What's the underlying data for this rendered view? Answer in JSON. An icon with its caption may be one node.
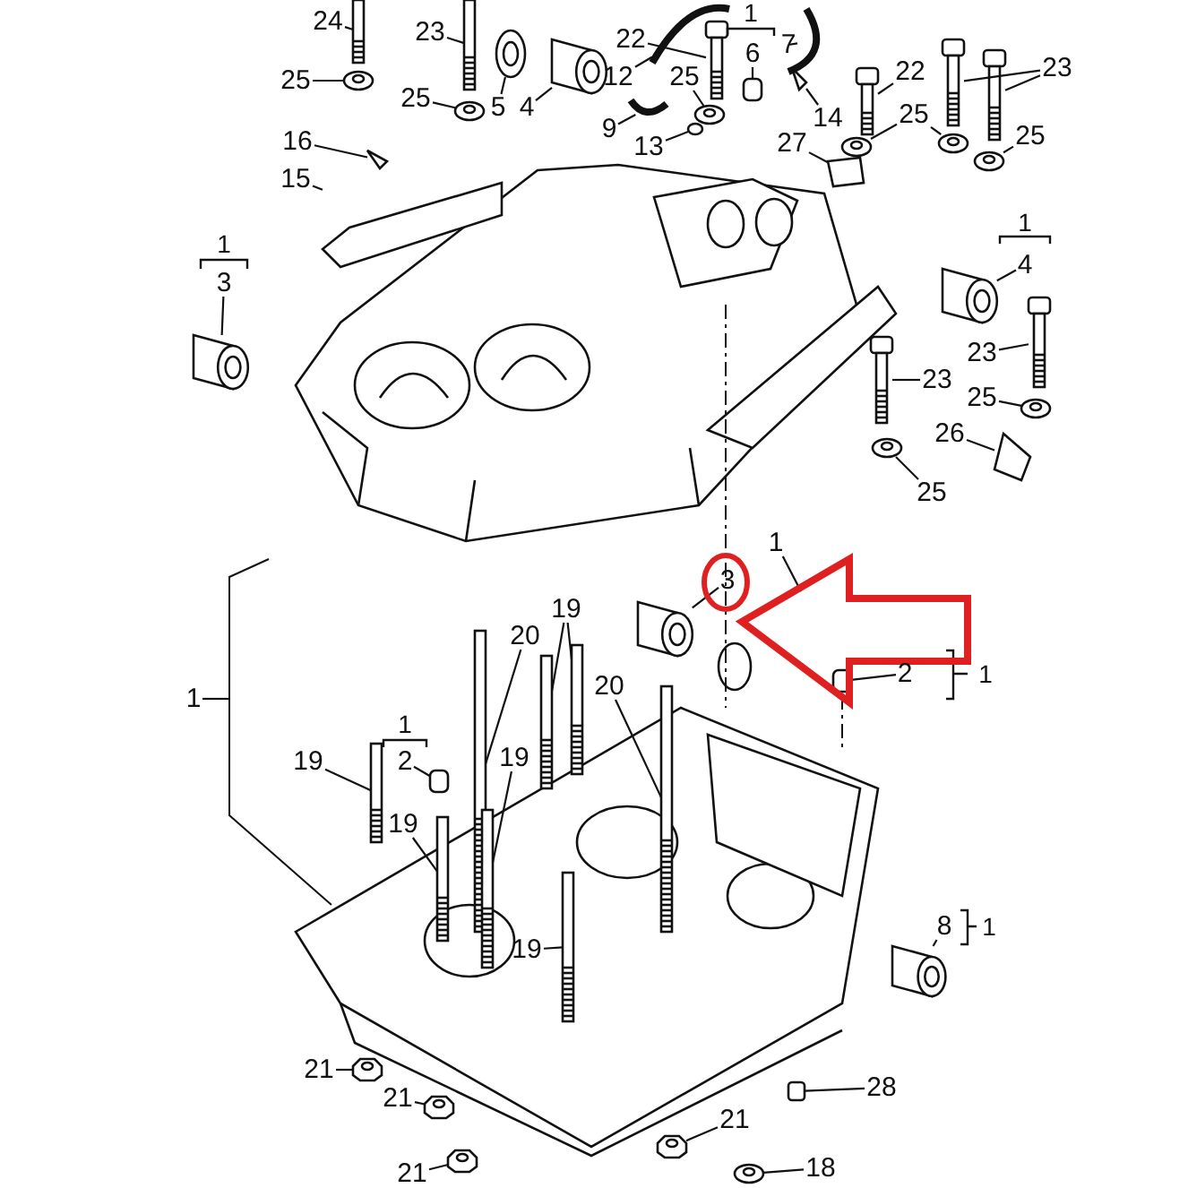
{
  "diagram": {
    "nodes": [
      {
        "text": [
          "24"
        ]
      },
      {
        "text": [
          "23"
        ]
      },
      {
        "text": [
          "22"
        ]
      },
      {
        "text": [
          "7"
        ]
      },
      {
        "text": [
          "6"
        ]
      },
      {
        "text": [
          "23"
        ]
      },
      {
        "text": [
          "22"
        ]
      },
      {
        "text": [
          "12"
        ]
      },
      {
        "text": [
          "25"
        ]
      },
      {
        "text": [
          "25"
        ]
      },
      {
        "text": [
          "25"
        ]
      },
      {
        "text": [
          "5"
        ]
      },
      {
        "text": [
          "4"
        ]
      },
      {
        "text": [
          "25"
        ]
      },
      {
        "text": [
          "14"
        ]
      },
      {
        "text": [
          "9"
        ]
      },
      {
        "text": [
          "13"
        ]
      },
      {
        "text": [
          "25"
        ]
      },
      {
        "text": [
          "27"
        ]
      },
      {
        "text": [
          "16"
        ]
      },
      {
        "text": [
          "15"
        ]
      },
      {
        "text": [
          "4"
        ]
      },
      {
        "text": [
          "3"
        ]
      },
      {
        "text": [
          "23"
        ]
      },
      {
        "text": [
          "23"
        ]
      },
      {
        "text": [
          "25"
        ]
      },
      {
        "text": [
          "26"
        ]
      },
      {
        "text": [
          "25"
        ]
      },
      {
        "text": [
          "1"
        ]
      },
      {
        "text": [
          "3"
        ]
      },
      {
        "text": [
          "19"
        ]
      },
      {
        "text": [
          "20"
        ]
      },
      {
        "text": [
          "2"
        ]
      },
      {
        "text": [
          "20"
        ]
      },
      {
        "text": [
          "1"
        ]
      },
      {
        "text": [
          "19"
        ]
      },
      {
        "text": [
          "2"
        ]
      },
      {
        "text": [
          "19"
        ]
      },
      {
        "text": [
          "19"
        ]
      },
      {
        "text": [
          "8"
        ]
      },
      {
        "text": [
          "19"
        ]
      },
      {
        "text": [
          "21"
        ]
      },
      {
        "text": [
          "28"
        ]
      },
      {
        "text": [
          "21"
        ]
      },
      {
        "text": [
          "21"
        ]
      },
      {
        "text": [
          "18"
        ]
      },
      {
        "text": [
          "21"
        ]
      },
      {
        "text": [],
        "shape": "bolt"
      },
      {
        "text": [],
        "shape": "bolt"
      },
      {
        "text": [],
        "shape": "bolt"
      },
      {
        "text": [],
        "shape": "hose"
      },
      {
        "text": [],
        "shape": "fitting"
      },
      {
        "text": [],
        "shape": "bolt"
      },
      {
        "text": [],
        "shape": "bolt"
      },
      {
        "text": [],
        "shape": "bolt"
      },
      {
        "text": [],
        "shape": "hose"
      },
      {
        "text": [],
        "shape": "washer"
      },
      {
        "text": [],
        "shape": "washer"
      },
      {
        "text": [],
        "shape": "washer"
      },
      {
        "text": [],
        "shape": "seal"
      },
      {
        "text": [],
        "shape": "bushing"
      },
      {
        "text": [],
        "shape": "washer"
      },
      {
        "text": [],
        "shape": "washer"
      },
      {
        "text": [],
        "shape": "clip"
      },
      {
        "text": [],
        "shape": "hose"
      },
      {
        "text": [],
        "shape": "ring"
      },
      {
        "text": [],
        "shape": "washer"
      },
      {
        "text": [],
        "shape": "bracket"
      },
      {
        "text": [],
        "shape": "screw"
      },
      {
        "text": [],
        "shape": "plate"
      },
      {
        "text": [],
        "shape": "bushing"
      },
      {
        "text": [],
        "shape": "bushing"
      },
      {
        "text": [],
        "shape": "bolt"
      },
      {
        "text": [],
        "shape": "bolt"
      },
      {
        "text": [],
        "shape": "washer"
      },
      {
        "text": [],
        "shape": "clip"
      },
      {
        "text": [],
        "shape": "washer"
      },
      {
        "text": [],
        "shape": "bushing"
      },
      {
        "text": [],
        "shape": "bolt"
      },
      {
        "text": [],
        "shape": "bolt"
      },
      {
        "text": [],
        "shape": "bolt"
      },
      {
        "text": [],
        "shape": "pin"
      },
      {
        "text": [],
        "shape": "bolt"
      },
      {
        "text": [],
        "shape": "bolt"
      },
      {
        "text": [],
        "shape": "pin"
      },
      {
        "text": [],
        "shape": "bolt"
      },
      {
        "text": [],
        "shape": "bolt"
      },
      {
        "text": [],
        "shape": "bushing"
      },
      {
        "text": [],
        "shape": "bolt"
      },
      {
        "text": [],
        "shape": "nut"
      },
      {
        "text": [],
        "shape": "plug"
      },
      {
        "text": [],
        "shape": "nut"
      },
      {
        "text": [],
        "shape": "nut"
      },
      {
        "text": [],
        "shape": "washer"
      },
      {
        "text": [],
        "shape": "nut"
      }
    ],
    "edges": [
      {
        "from": 0,
        "to": 47,
        "arrow": "none"
      },
      {
        "from": 1,
        "to": 48,
        "arrow": "none"
      },
      {
        "from": 2,
        "to": 49,
        "arrow": "none"
      },
      {
        "from": 3,
        "to": 50,
        "arrow": "none"
      },
      {
        "from": 4,
        "to": 51,
        "arrow": "none"
      },
      {
        "from": 5,
        "to": 52,
        "arrow": "none"
      },
      {
        "from": 5,
        "to": 53,
        "arrow": "none"
      },
      {
        "from": 6,
        "to": 54,
        "arrow": "none"
      },
      {
        "from": 7,
        "to": 55,
        "arrow": "none"
      },
      {
        "from": 8,
        "to": 56,
        "arrow": "none"
      },
      {
        "from": 9,
        "to": 57,
        "arrow": "none"
      },
      {
        "from": 10,
        "to": 58,
        "arrow": "none"
      },
      {
        "from": 11,
        "to": 59,
        "arrow": "none"
      },
      {
        "from": 12,
        "to": 60,
        "arrow": "none"
      },
      {
        "from": 13,
        "to": 61,
        "arrow": "none"
      },
      {
        "from": 13,
        "to": 62,
        "arrow": "none"
      },
      {
        "from": 14,
        "to": 63,
        "arrow": "none"
      },
      {
        "from": 15,
        "to": 64,
        "arrow": "none"
      },
      {
        "from": 16,
        "to": 65,
        "arrow": "none"
      },
      {
        "from": 17,
        "to": 66,
        "arrow": "none"
      },
      {
        "from": 18,
        "to": 67,
        "arrow": "none"
      },
      {
        "from": 19,
        "to": 68,
        "arrow": "none"
      },
      {
        "from": 20,
        "to": 69,
        "arrow": "none"
      },
      {
        "from": 21,
        "to": 70,
        "arrow": "none"
      },
      {
        "from": 22,
        "to": 71,
        "arrow": "none"
      },
      {
        "from": 23,
        "to": 72,
        "arrow": "none"
      },
      {
        "from": 24,
        "to": 73,
        "arrow": "none"
      },
      {
        "from": 25,
        "to": 74,
        "arrow": "none"
      },
      {
        "from": 26,
        "to": 75,
        "arrow": "none"
      },
      {
        "from": 27,
        "to": 76,
        "arrow": "none"
      },
      {
        "from": 28,
        "to": null,
        "arrow": "none"
      },
      {
        "from": 29,
        "to": 77,
        "arrow": "none"
      },
      {
        "from": 30,
        "to": 78,
        "arrow": "none"
      },
      {
        "from": 30,
        "to": 79,
        "arrow": "none"
      },
      {
        "from": 31,
        "to": 80,
        "arrow": "none"
      },
      {
        "from": 32,
        "to": 81,
        "arrow": "none"
      },
      {
        "from": 33,
        "to": 82,
        "arrow": "none"
      },
      {
        "from": 34,
        "to": null,
        "arrow": "none"
      },
      {
        "from": 35,
        "to": 83,
        "arrow": "none"
      },
      {
        "from": 36,
        "to": 84,
        "arrow": "none"
      },
      {
        "from": 37,
        "to": 85,
        "arrow": "none"
      },
      {
        "from": 38,
        "to": 86,
        "arrow": "none"
      },
      {
        "from": 39,
        "to": 87,
        "arrow": "none"
      },
      {
        "from": 40,
        "to": 88,
        "arrow": "none"
      },
      {
        "from": 41,
        "to": 89,
        "arrow": "none"
      },
      {
        "from": 42,
        "to": 90,
        "arrow": "none"
      },
      {
        "from": 43,
        "to": 91,
        "arrow": "none"
      },
      {
        "from": 44,
        "to": 92,
        "arrow": "none"
      },
      {
        "from": 45,
        "to": 93,
        "arrow": "none"
      },
      {
        "from": 46,
        "to": 94,
        "arrow": "none"
      }
    ],
    "labels": [
      "1",
      "1",
      "1",
      "1",
      "1",
      "1"
    ]
  }
}
